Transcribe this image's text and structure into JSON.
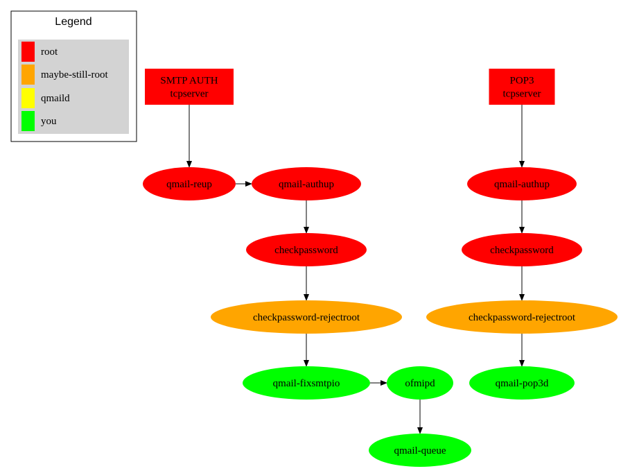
{
  "legend": {
    "title": "Legend",
    "items": [
      {
        "key": "root",
        "label": "root",
        "color": "#ff0000"
      },
      {
        "key": "maybe",
        "label": "maybe-still-root",
        "color": "#ffa500"
      },
      {
        "key": "qmaild",
        "label": "qmaild",
        "color": "#ffff00"
      },
      {
        "key": "you",
        "label": "you",
        "color": "#00ff00"
      }
    ],
    "panel_color": "#d3d3d3"
  },
  "nodes": {
    "smtp_auth": {
      "lines": [
        "SMTP AUTH",
        "tcpserver"
      ],
      "shape": "box",
      "role": "root"
    },
    "pop3": {
      "lines": [
        "POP3",
        "tcpserver"
      ],
      "shape": "box",
      "role": "root"
    },
    "qmail_reup": {
      "lines": [
        "qmail-reup"
      ],
      "shape": "ellipse",
      "role": "root"
    },
    "qmail_authup_smtp": {
      "lines": [
        "qmail-authup"
      ],
      "shape": "ellipse",
      "role": "root"
    },
    "qmail_authup_pop3": {
      "lines": [
        "qmail-authup"
      ],
      "shape": "ellipse",
      "role": "root"
    },
    "checkpassword_smtp": {
      "lines": [
        "checkpassword"
      ],
      "shape": "ellipse",
      "role": "root"
    },
    "checkpassword_pop3": {
      "lines": [
        "checkpassword"
      ],
      "shape": "ellipse",
      "role": "root"
    },
    "rejectroot_smtp": {
      "lines": [
        "checkpassword-rejectroot"
      ],
      "shape": "ellipse",
      "role": "maybe"
    },
    "rejectroot_pop3": {
      "lines": [
        "checkpassword-rejectroot"
      ],
      "shape": "ellipse",
      "role": "maybe"
    },
    "qmail_fixsmtpio": {
      "lines": [
        "qmail-fixsmtpio"
      ],
      "shape": "ellipse",
      "role": "you"
    },
    "ofmipd": {
      "lines": [
        "ofmipd"
      ],
      "shape": "ellipse",
      "role": "you"
    },
    "qmail_queue": {
      "lines": [
        "qmail-queue"
      ],
      "shape": "ellipse",
      "role": "you"
    },
    "qmail_pop3d": {
      "lines": [
        "qmail-pop3d"
      ],
      "shape": "ellipse",
      "role": "you"
    }
  },
  "edges": [
    [
      "smtp_auth",
      "qmail_reup"
    ],
    [
      "qmail_reup",
      "qmail_authup_smtp"
    ],
    [
      "qmail_authup_smtp",
      "checkpassword_smtp"
    ],
    [
      "checkpassword_smtp",
      "rejectroot_smtp"
    ],
    [
      "rejectroot_smtp",
      "qmail_fixsmtpio"
    ],
    [
      "qmail_fixsmtpio",
      "ofmipd"
    ],
    [
      "ofmipd",
      "qmail_queue"
    ],
    [
      "pop3",
      "qmail_authup_pop3"
    ],
    [
      "qmail_authup_pop3",
      "checkpassword_pop3"
    ],
    [
      "checkpassword_pop3",
      "rejectroot_pop3"
    ],
    [
      "rejectroot_pop3",
      "qmail_pop3d"
    ]
  ]
}
